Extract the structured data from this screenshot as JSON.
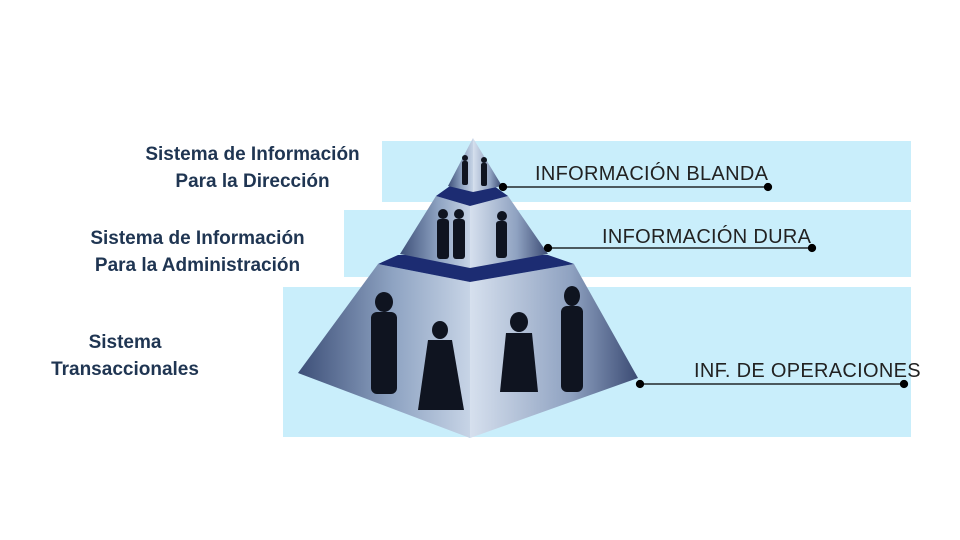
{
  "levels": [
    {
      "system_line1": "Sistema de Información",
      "system_line2": "Para la Dirección",
      "info": "INFORMACIÓN BLANDA"
    },
    {
      "system_line1": "Sistema de Información",
      "system_line2": "Para la Administración",
      "info": "INFORMACIÓN DURA"
    },
    {
      "system_line1": "Sistema",
      "system_line2": "Transaccionales",
      "info": "INF. DE OPERACIONES"
    }
  ],
  "colors": {
    "band": "#c9eefb",
    "label_text": "#1f3552",
    "pyramid_dark": "#1a2a6e",
    "pyramid_face": "#6f86a8"
  }
}
